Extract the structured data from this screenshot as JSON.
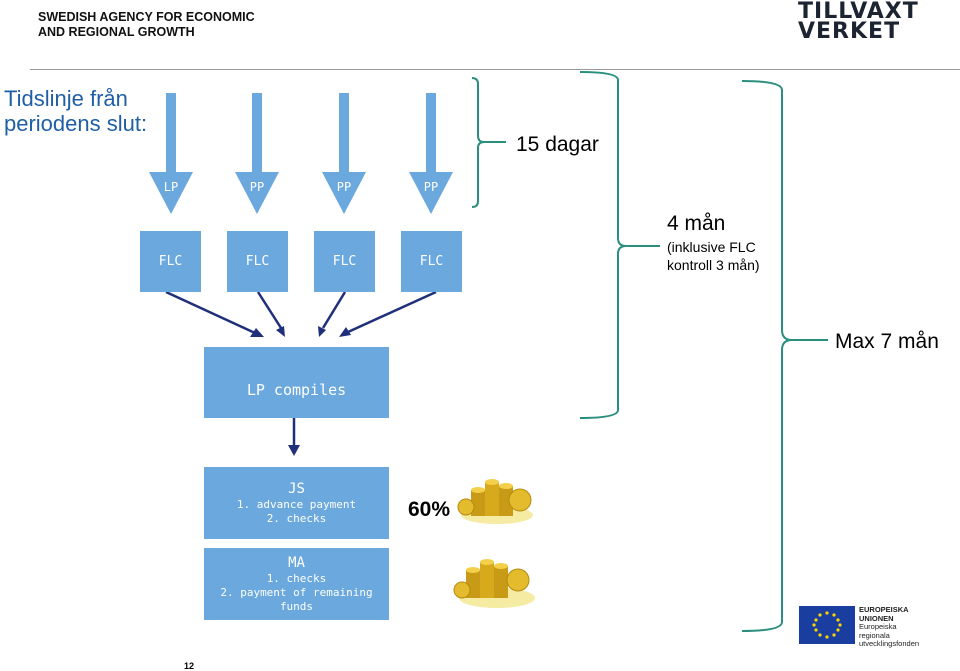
{
  "header": {
    "agency_line1": "SWEDISH AGENCY FOR ECONOMIC",
    "agency_line2": "AND REGIONAL GROWTH",
    "logo_line1": "TILLVÄXT",
    "logo_line2": "VERKET"
  },
  "title": {
    "line1": "Tidslinje från",
    "line2": "periodens slut:"
  },
  "arrows": [
    {
      "label": "LP"
    },
    {
      "label": "PP"
    },
    {
      "label": "PP"
    },
    {
      "label": "PP"
    }
  ],
  "flc_boxes": [
    {
      "label": "FLC"
    },
    {
      "label": "FLC"
    },
    {
      "label": "FLC"
    },
    {
      "label": "FLC"
    }
  ],
  "lp_compiles": {
    "label": "LP compiles"
  },
  "js_box": {
    "title": "JS",
    "line1": "1. advance payment",
    "line2": "2. checks"
  },
  "ma_box": {
    "title": "MA",
    "line1": "1. checks",
    "line2": "2. payment of remaining funds"
  },
  "brackets": {
    "dagar": "15 dagar",
    "man4": "4 mån",
    "man4_sub1": "(inklusive FLC",
    "man4_sub2": "kontroll 3 mån)",
    "max7": "Max 7 mån"
  },
  "percent": "60%",
  "eu": {
    "line1": "EUROPEISKA",
    "line2": "UNIONEN",
    "line3": "Europeiska",
    "line4": "regionala",
    "line5": "utvecklingsfonden"
  },
  "page_number": "12",
  "colors": {
    "box_blue": "#6aa8dd",
    "arrow_navy": "#1f2f7a",
    "bracket_teal": "#2a8f7e",
    "title_blue": "#1f5fa5"
  }
}
